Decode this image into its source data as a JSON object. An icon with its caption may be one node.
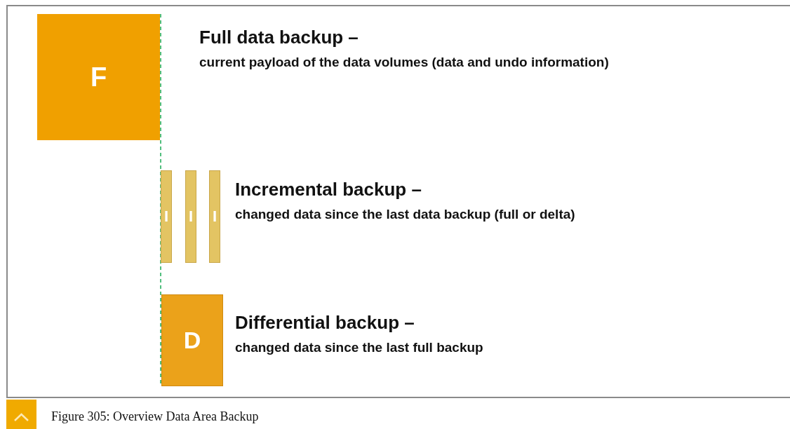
{
  "diagram": {
    "caption": "Figure 305: Overview Data Area Backup",
    "nodes": [
      {
        "text": [
          "F"
        ],
        "beside": [
          "Full data backup –",
          "current payload of the data volumes (data and undo information)"
        ]
      },
      {
        "text": [
          "I"
        ]
      },
      {
        "text": [
          "I"
        ]
      },
      {
        "text": [
          "I"
        ],
        "beside": [
          "Incremental backup –",
          "changed data since the last data backup (full or delta)"
        ]
      },
      {
        "text": [
          "D"
        ],
        "beside": [
          "Differential backup –",
          "changed data since the last full backup"
        ]
      }
    ]
  }
}
